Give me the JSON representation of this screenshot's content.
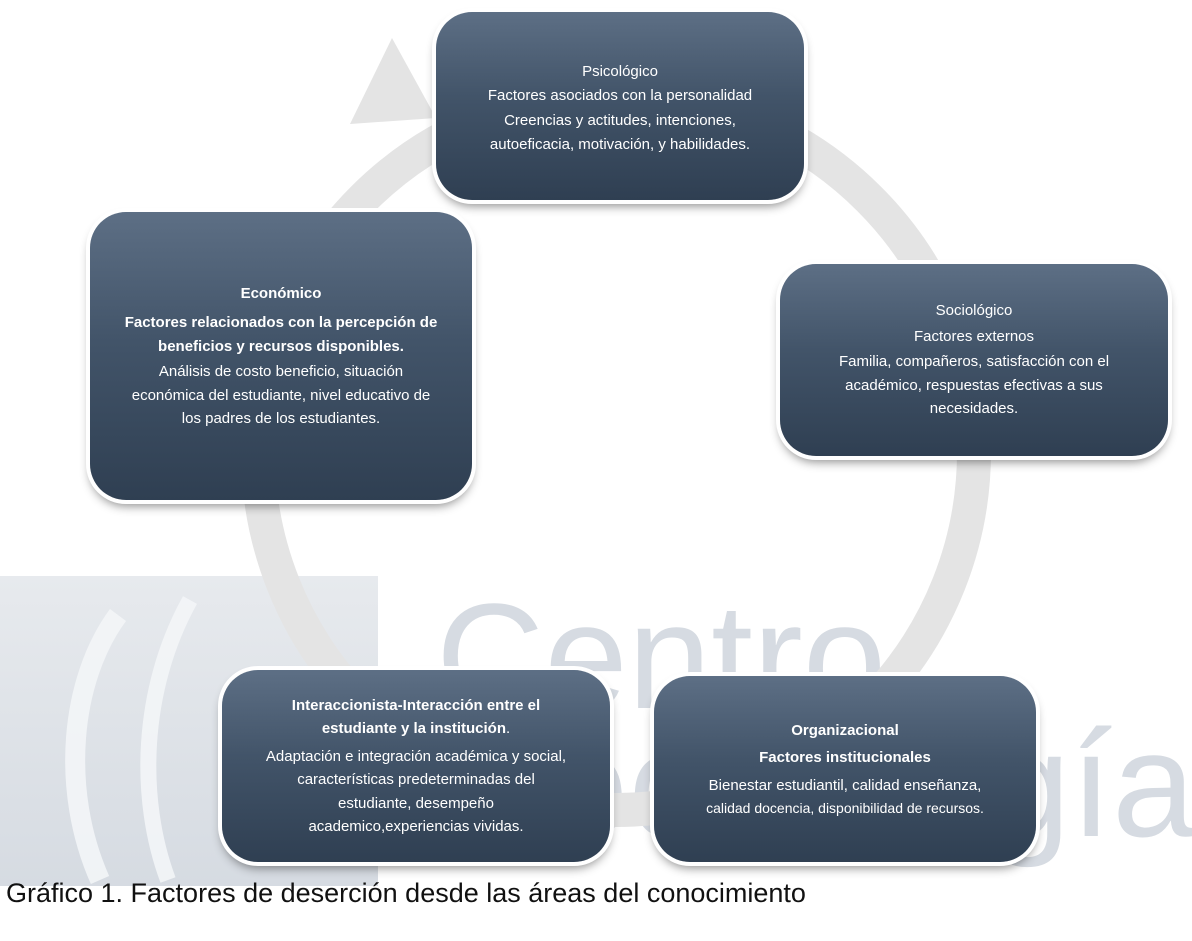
{
  "nodes": {
    "psicologico": {
      "title": "Psicológico",
      "subtitle": "Factores asociados con la personalidad",
      "desc_lines": [
        "Creencias y actitudes, intenciones,",
        "autoeficacia, motivación, y habilidades."
      ]
    },
    "economico": {
      "title": "Económico",
      "subtitle_lines": [
        "Factores relacionados con la percepción de",
        "beneficios y recursos disponibles."
      ],
      "desc_lines": [
        "Análisis de costo beneficio, situación",
        "económica del estudiante, nivel educativo de",
        "los padres de los estudiantes."
      ]
    },
    "sociologico": {
      "title": "Sociológico",
      "subtitle": "Factores externos",
      "desc_lines": [
        "Familia, compañeros, satisfacción con el",
        "académico, respuestas efectivas a sus",
        "necesidades."
      ]
    },
    "interaccionista": {
      "title_lines": [
        "Interaccionista-Interacción entre el",
        "estudiante y la institución"
      ],
      "title_suffix": ".",
      "desc_lines": [
        "Adaptación e integración académica y social,",
        "características predeterminadas del",
        "estudiante, desempeño",
        "academico,experiencias vividas."
      ]
    },
    "organizacional": {
      "title": "Organizacional",
      "subtitle": "Factores institucionales",
      "desc_lines": [
        "Bienestar estudiantil, calidad enseñanza,",
        "calidad docencia, disponibilidad de recursos."
      ]
    }
  },
  "watermark": {
    "word_top": "Centro",
    "word_bottom": "Tecnología"
  },
  "caption": "Gráfico 1. Factores de deserción desde las áreas del conocimiento",
  "colors": {
    "node_fill": "#425469",
    "cycle_arrow": "#e6e6e6",
    "watermark": "#c6cdd6"
  }
}
